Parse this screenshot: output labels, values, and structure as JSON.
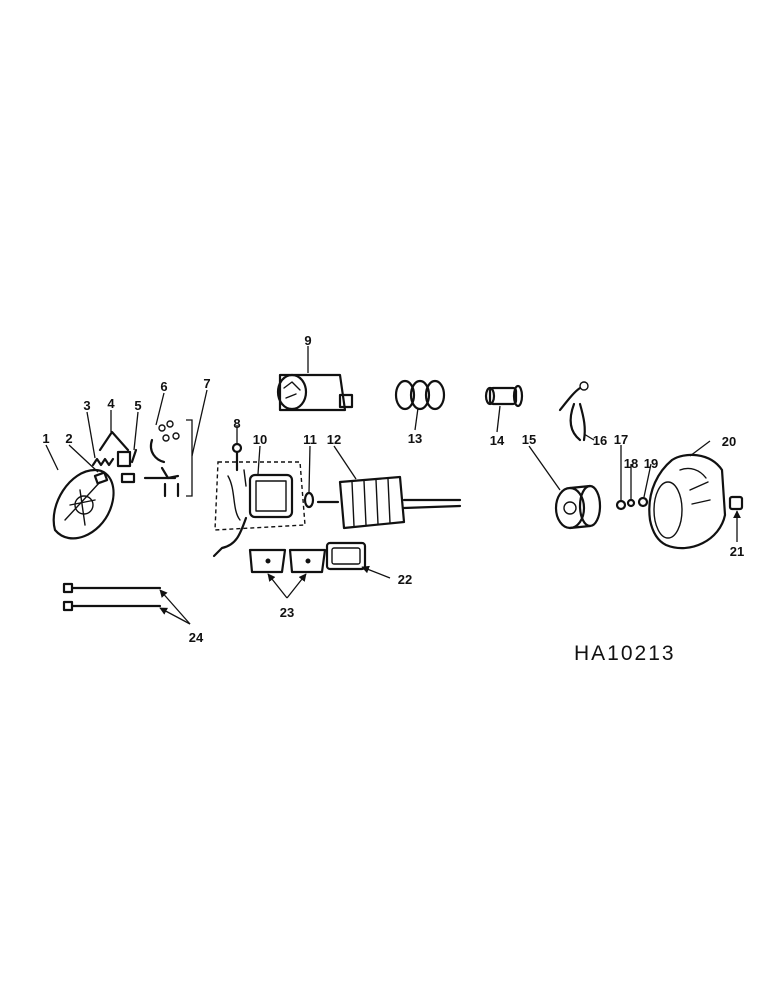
{
  "figure_id": "HA10213",
  "callouts": [
    "1",
    "2",
    "3",
    "4",
    "5",
    "6",
    "7",
    "8",
    "9",
    "10",
    "11",
    "12",
    "13",
    "14",
    "15",
    "16",
    "17",
    "18",
    "19",
    "20",
    "21",
    "22",
    "23",
    "24"
  ]
}
